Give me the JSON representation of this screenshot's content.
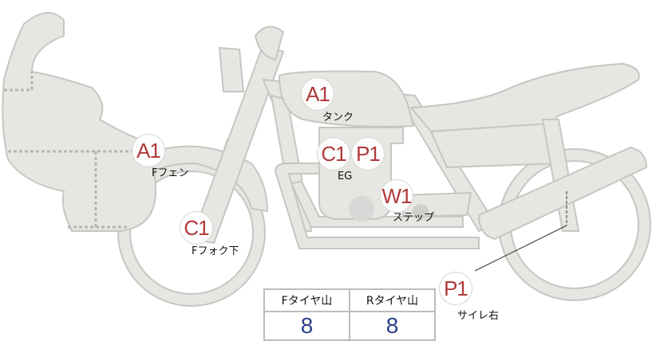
{
  "parts": [
    {
      "code": "A1",
      "label": "タンク"
    },
    {
      "code": "A1",
      "label": "Fフェン"
    },
    {
      "code": "C1",
      "label": "Fフォク下"
    },
    {
      "code": "C1",
      "label": "EG"
    },
    {
      "code": "P1",
      "label": ""
    },
    {
      "code": "W1",
      "label": "ステップ"
    },
    {
      "code": "P1",
      "label": "サイレ右"
    }
  ],
  "tires": {
    "headers": [
      "Fタイヤ山",
      "Rタイヤ山"
    ],
    "values": [
      "8",
      "8"
    ]
  },
  "colors": {
    "badge_text": "#b03a3a",
    "value_text": "#2d3f8a",
    "bike_fill": "#e6e6e3"
  }
}
